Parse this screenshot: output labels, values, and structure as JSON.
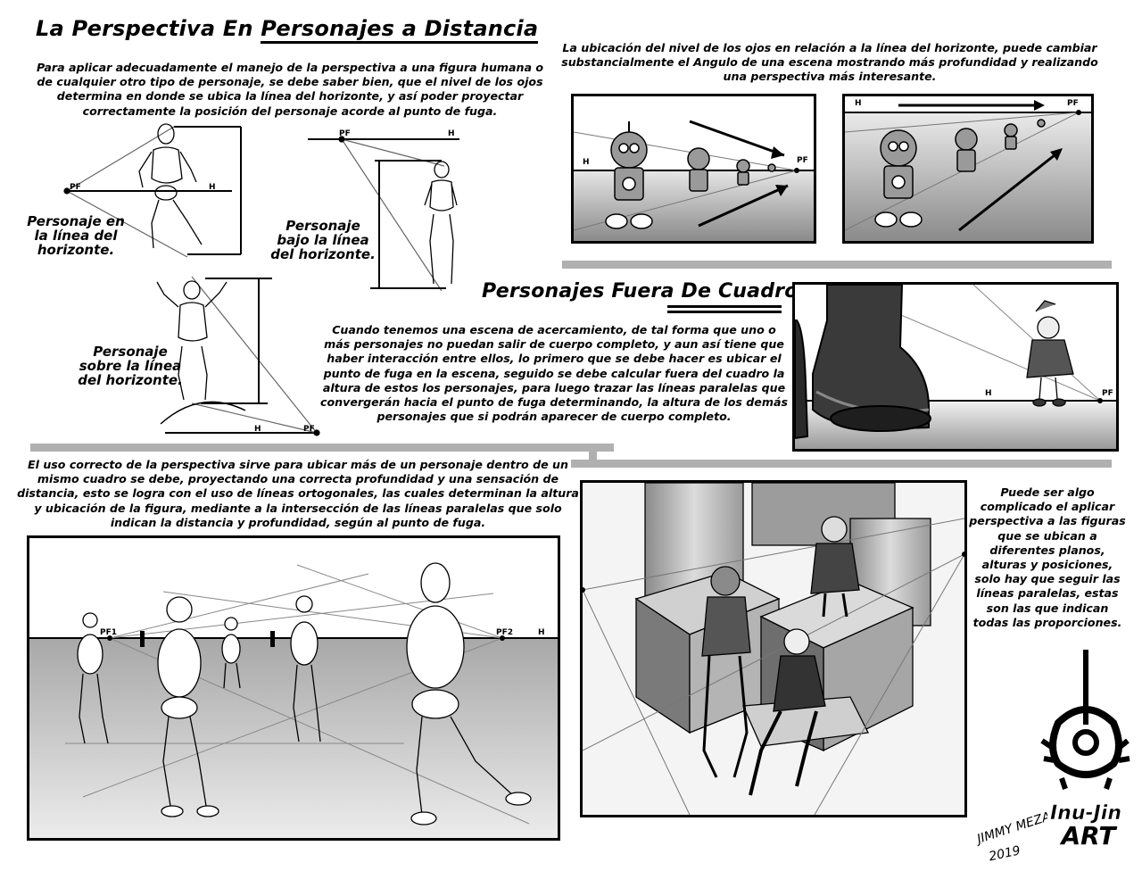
{
  "title_main_prefix": "La Perspectiva En ",
  "title_main_underlined": "Personajes a Distancia",
  "intro_paragraph": "Para aplicar adecuadamente el manejo de la perspectiva a una figura humana o de cualquier otro tipo de personaje, se debe saber bien, que el nivel de los ojos determina en donde se ubica la línea del horizonte, y así poder proyectar correctamente la posición del personaje acorde al punto de fuga.",
  "eye_level_paragraph": "La ubicación del nivel de los ojos en relación a la línea del horizonte, puede cambiar substancialmente el Angulo de una escena mostrando más profundidad y realizando una perspectiva más interesante.",
  "labels": {
    "on_horizon": "Personaje en la línea del horizonte.",
    "below_horizon": "Personaje bajo la línea del horizonte.",
    "above_horizon": "Personaje sobre la línea del horizonte."
  },
  "markers": {
    "pf": "PF",
    "h": "H",
    "pf1": "PF1",
    "pf2": "PF2"
  },
  "section2_title": "Personajes Fuera De Cuadro:",
  "section2_paragraph": "Cuando tenemos una escena de acercamiento, de tal forma que uno o más personajes no puedan salir de cuerpo completo, y aun así tiene que haber interacción entre ellos, lo primero que se debe hacer es ubicar el punto de fuga en la escena, seguido se debe calcular fuera del cuadro la altura de estos los personajes, para luego trazar las líneas paralelas que convergerán hacia el punto de fuga determinando, la altura de los demás personajes que si podrán aparecer de cuerpo completo.",
  "section3_paragraph": "El uso correcto de la perspectiva sirve para ubicar más de un personaje dentro de un mismo cuadro se debe, proyectando una correcta profundidad y una sensación de distancia, esto se logra con el uso de líneas ortogonales, las cuales determinan la altura y ubicación de la figura, mediante a la intersección de las líneas paralelas que solo indican la distancia y profundidad, según al punto de fuga.",
  "side_paragraph": "Puede ser algo complicado el aplicar perspectiva a las figuras que se ubican a diferentes planos, alturas y posiciones, solo hay que seguir las líneas paralelas, estas son las que indican todas las proporciones.",
  "signature": {
    "name": "JIMMY MEZA",
    "year": "2019"
  },
  "logo_text": "Inu-Jin ART",
  "colors": {
    "bar": "#b0b0b0",
    "ink": "#000000",
    "paper": "#ffffff"
  }
}
